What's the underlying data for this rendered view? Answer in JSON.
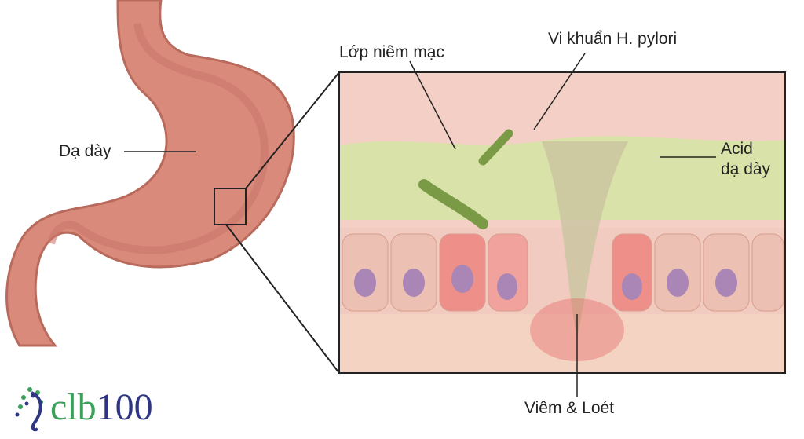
{
  "labels": {
    "stomach": "Dạ dày",
    "mucosa": "Lớp niêm mạc",
    "bacteria": "Vi khuẩn H. pylori",
    "acid_line1": "Acid",
    "acid_line2": "dạ dày",
    "ulcer": "Viêm & Loét"
  },
  "logo": {
    "part1": "clb",
    "part2": "100",
    "color1": "#3aa05a",
    "color2": "#2e3582"
  },
  "colors": {
    "stomach": "#d98a7a",
    "mucosa": "#d9e2a8",
    "background": "#f3cfc6",
    "inflammation": "#e25555"
  }
}
